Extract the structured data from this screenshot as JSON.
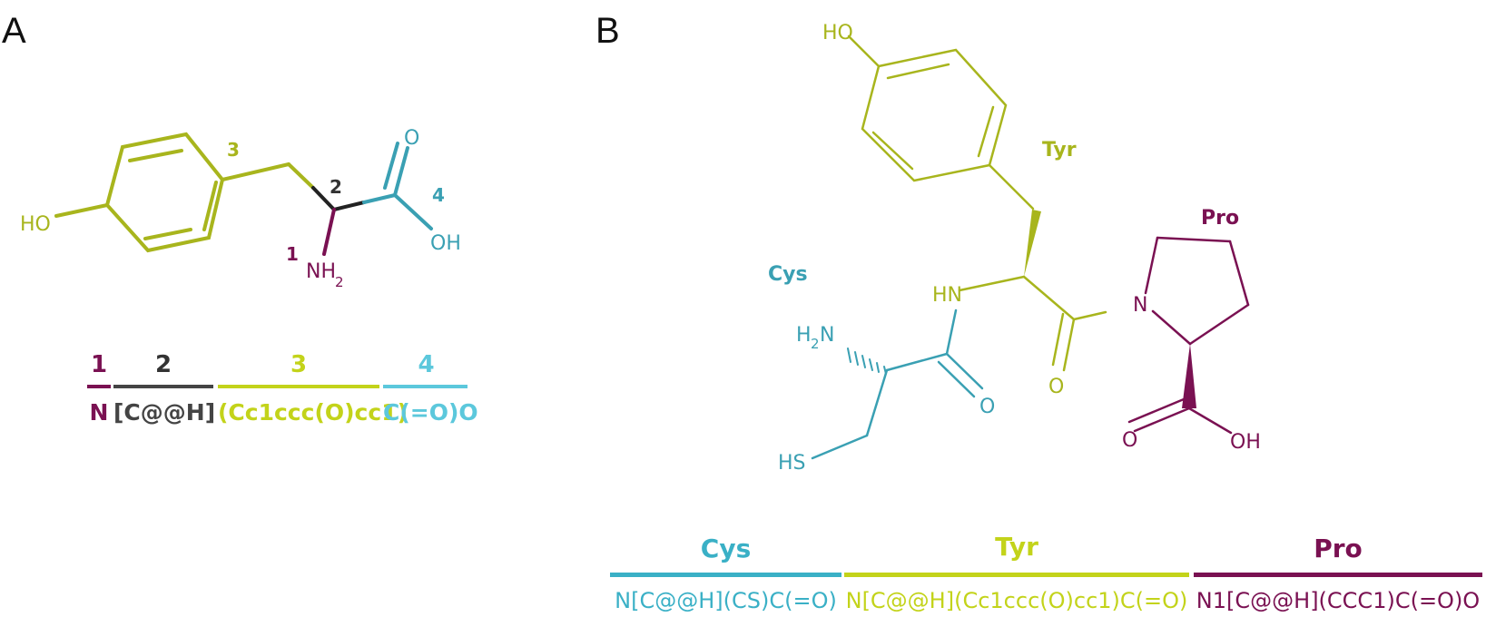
{
  "panels": {
    "a_label": "A",
    "b_label": "B"
  },
  "colors": {
    "olive": "#a8b51d",
    "olive_light": "#c3d31a",
    "teal": "#3aa0b3",
    "cyan_light": "#5cc8dc",
    "maroon": "#7a1152",
    "dark": "#333333"
  },
  "panel_a": {
    "atoms": {
      "ho": "HO",
      "o_top": "O",
      "oh": "OH",
      "nh": "NH",
      "nh_sub": "2"
    },
    "locants": {
      "n1": "1",
      "n2": "2",
      "n3": "3",
      "n4": "4"
    },
    "segments": [
      {
        "num": "1",
        "smiles": "N"
      },
      {
        "num": "2",
        "smiles": "[C@@H]"
      },
      {
        "num": "3",
        "smiles": "(Cc1ccc(O)cc1)"
      },
      {
        "num": "4",
        "smiles": "C(=O)O"
      }
    ]
  },
  "panel_b": {
    "atoms": {
      "ho": "HO",
      "hn": "HN",
      "h2n_h": "H",
      "h2n_sub": "2",
      "h2n_n": "N",
      "o_cys": "O",
      "hs": "HS",
      "o_tyr": "O",
      "n_pro": "N",
      "o_pro": "O",
      "oh_pro": "OH"
    },
    "residue_labels": {
      "tyr": "Tyr",
      "pro": "Pro",
      "cys": "Cys"
    },
    "segments": [
      {
        "name": "Cys",
        "smiles": "N[C@@H](CS)C(=O)"
      },
      {
        "name": "Tyr",
        "smiles": "N[C@@H](Cc1ccc(O)cc1)C(=O)"
      },
      {
        "name": "Pro",
        "smiles": "N1[C@@H](CCC1)C(=O)O"
      }
    ]
  }
}
